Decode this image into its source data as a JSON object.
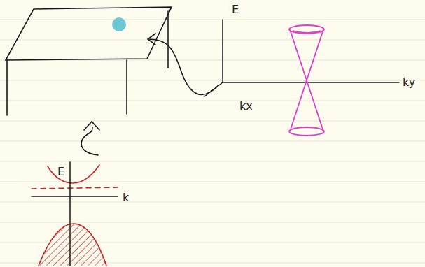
{
  "diagram": {
    "labels": [
      "E",
      "ky",
      "kx",
      "E",
      "k"
    ]
  }
}
